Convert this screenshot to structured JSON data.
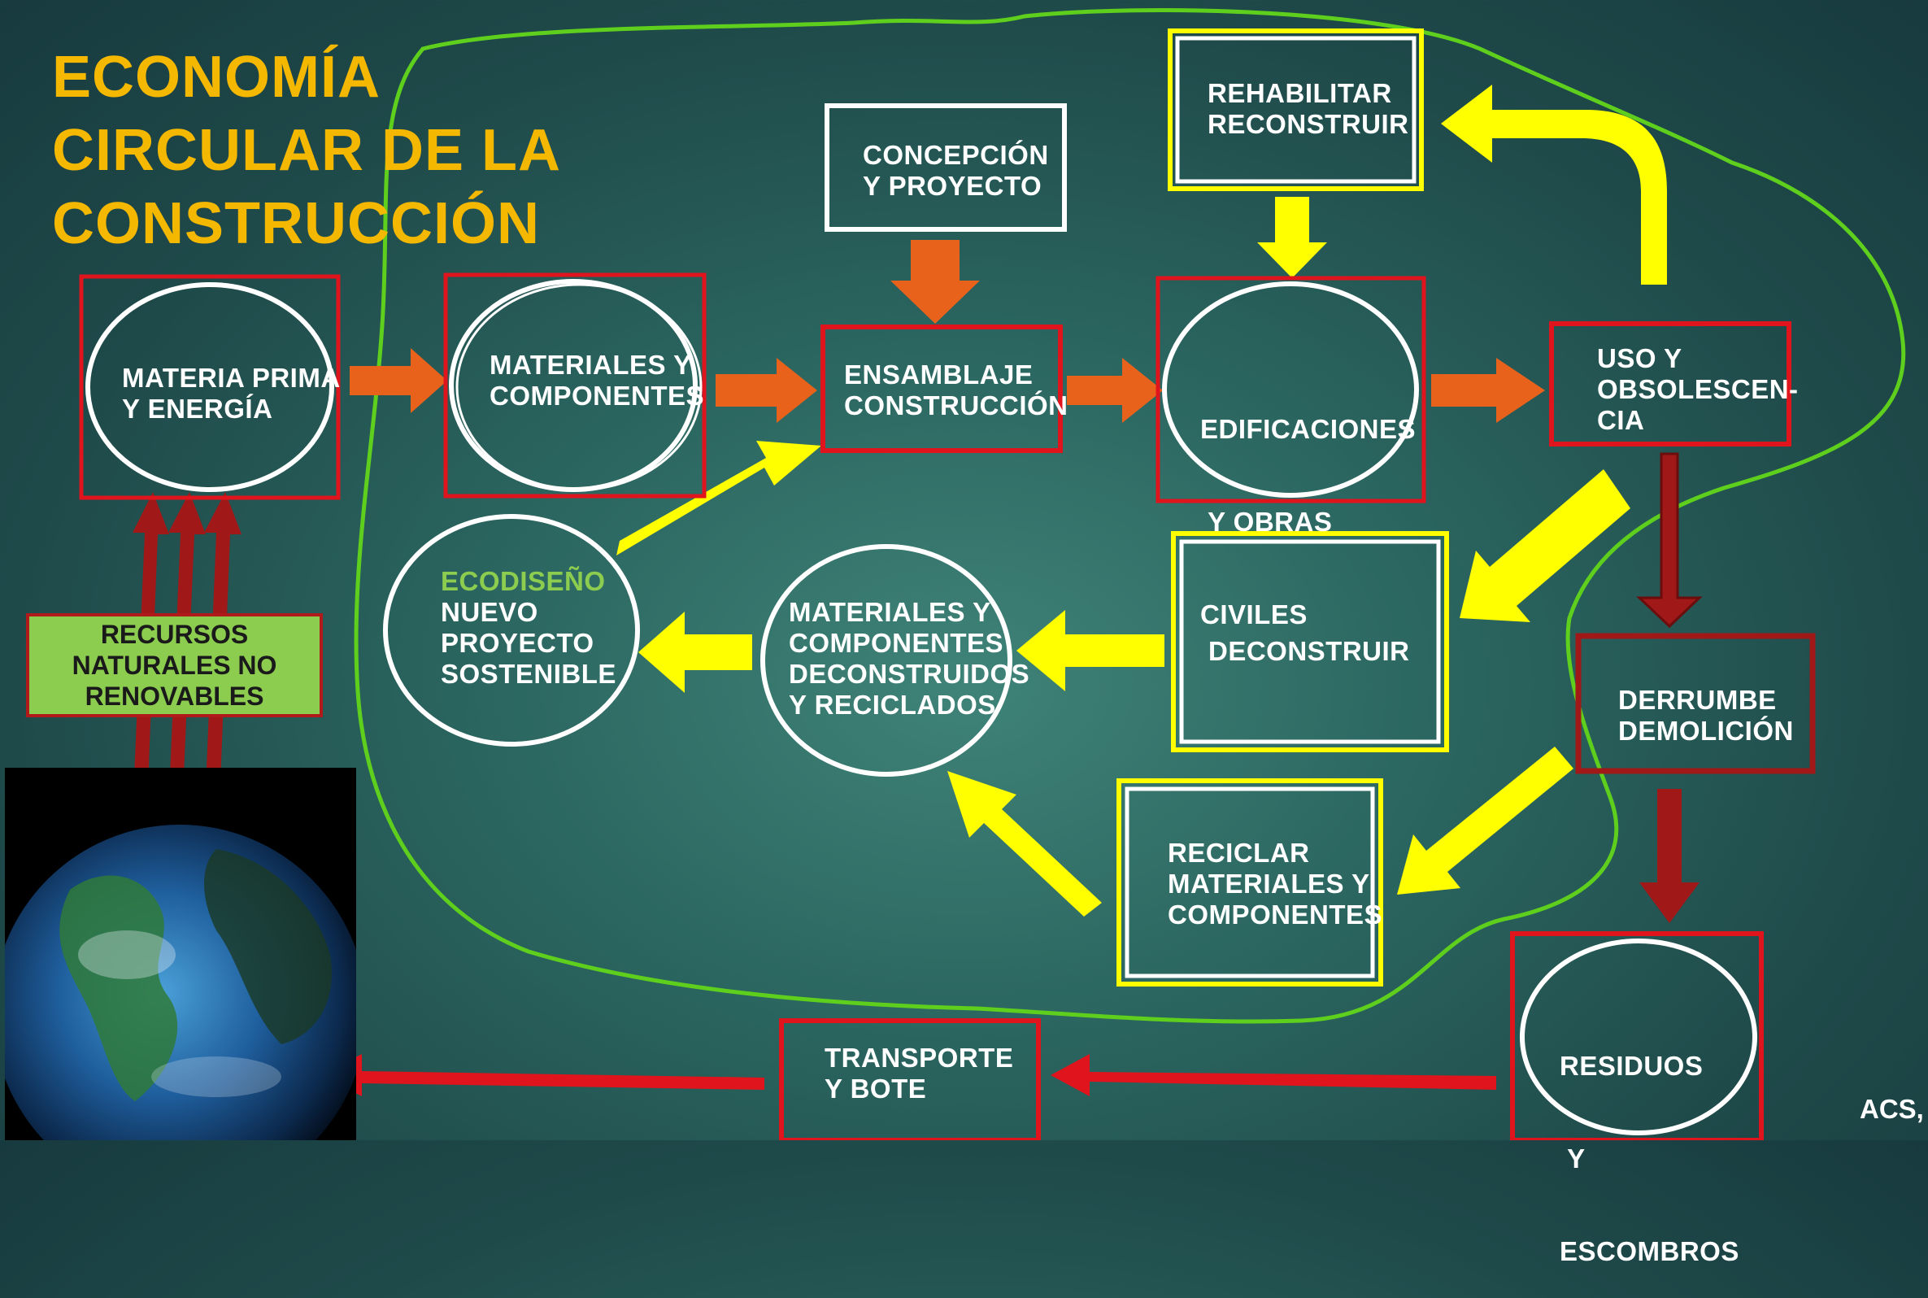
{
  "title": {
    "line1": "ECONOMÍA",
    "line2": "CIRCULAR DE LA",
    "line3": "CONSTRUCCIÓN"
  },
  "nodes": {
    "materia_prima": {
      "line1": "MATERIA PRIMA",
      "line2": "Y ENERGÍA"
    },
    "materiales_componentes": {
      "line1": "MATERIALES Y",
      "line2": "COMPONENTES"
    },
    "concepcion": {
      "line1": "CONCEPCIÓN",
      "line2": "Y PROYECTO"
    },
    "ensamblaje": {
      "line1": "ENSAMBLAJE",
      "line2": "CONSTRUCCIÓN"
    },
    "rehabilitar": {
      "line1": "REHABILITAR",
      "line2": "RECONSTRUIR"
    },
    "edificaciones": {
      "line1": "EDIFICACIONES",
      "line2": " Y OBRAS",
      "line3": "CIVILES"
    },
    "uso": {
      "line1": "USO Y",
      "line2": "OBSOLESCEN-",
      "line3": "CIA"
    },
    "ecodiseno": {
      "line1": "ECODISEÑO",
      "line2": "NUEVO",
      "line3": "PROYECTO",
      "line4": "SOSTENIBLE"
    },
    "deconstruidos": {
      "line1": "MATERIALES Y",
      "line2": "COMPONENTES",
      "line3": "DECONSTRUIDOS",
      "line4": "Y RECICLADOS"
    },
    "deconstruir": {
      "line1": "DECONSTRUIR"
    },
    "derrumbe": {
      "line1": "DERRUMBE",
      "line2": "DEMOLICIÓN"
    },
    "reciclar": {
      "line1": "RECICLAR",
      "line2": "MATERIALES Y",
      "line3": "COMPONENTES"
    },
    "residuos": {
      "line1": "RESIDUOS",
      "line2": " Y",
      "line3": "ESCOMBROS"
    },
    "transporte": {
      "line1": "TRANSPORTE",
      "line2": "Y BOTE"
    },
    "recursos": {
      "line1": "RECURSOS",
      "line2": "NATURALES NO",
      "line3": "RENOVABLES"
    }
  },
  "credit": "ACS,",
  "colors": {
    "title": "#f5b800",
    "red_border": "#e0141c",
    "dark_red": "#a01818",
    "yellow": "#ffff00",
    "orange_arrow": "#e8621c",
    "green_loop": "#5fcf1e",
    "green_box": "#8ccd4f",
    "ecodiseno_text": "#8ccd4f"
  },
  "icons": {
    "earth": "earth-globe-icon"
  }
}
